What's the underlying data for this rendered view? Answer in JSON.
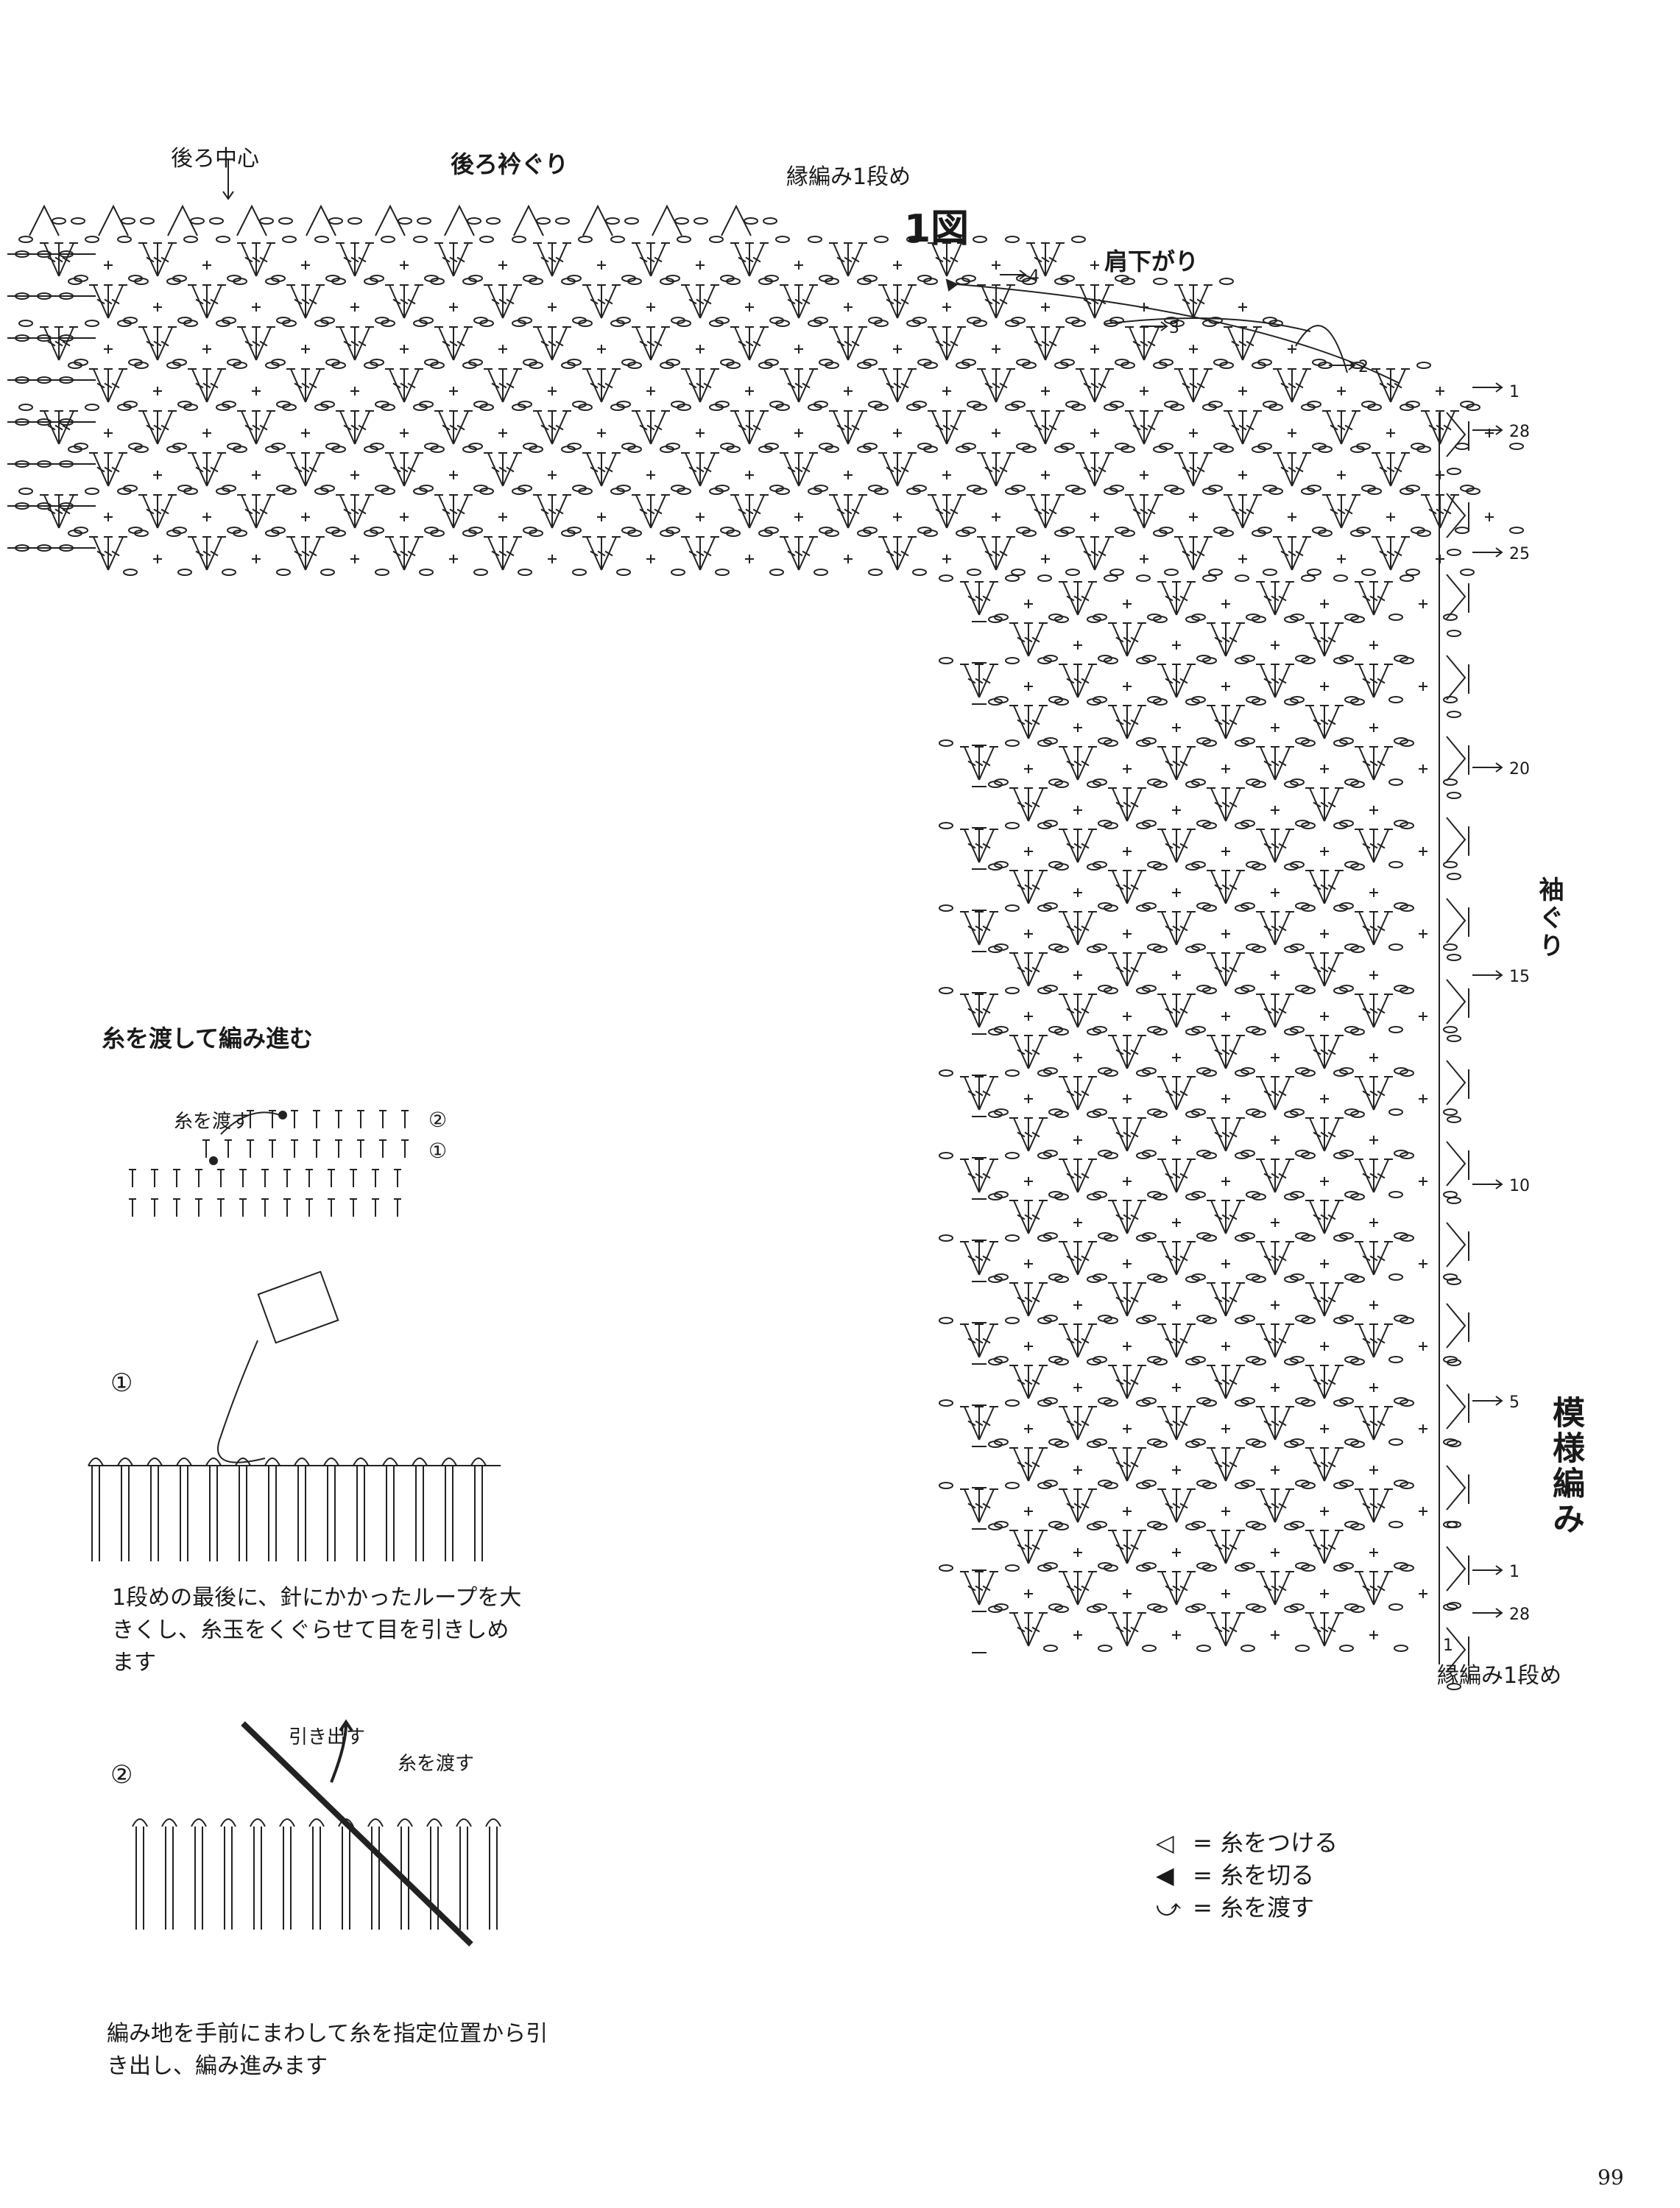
{
  "main_chart": {
    "back_center_label": "後ろ中心",
    "back_neckline_label": "後ろ衿ぐり",
    "edging_row1_top_label": "縁編み1段め",
    "figure_title": "1図",
    "shoulder_slope_label": "肩下がり",
    "armhole_label": "袖ぐり",
    "pattern_stitch_label": "模様編み",
    "edging_row1_bottom_label": "縁編み1段め",
    "shoulder_step_numbers": [
      "4",
      "3",
      "2"
    ],
    "edging_row_numbers": [
      "1",
      "1"
    ],
    "body_row_numbers": [
      "28",
      "25",
      "20",
      "15",
      "10",
      "5",
      "28"
    ],
    "bottom_start_number": "1"
  },
  "technique": {
    "title": "糸を渡して編み進む",
    "mini_chart_label": "糸を渡す",
    "mini_chart_row_markers": [
      "②",
      "①"
    ],
    "step1": {
      "number": "①",
      "caption": "1段めの最後に、針にかかったループを大きくし、糸玉をくぐらせて目を引きしめます"
    },
    "step2": {
      "number": "②",
      "pull_out_label": "引き出す",
      "carry_yarn_label": "糸を渡す",
      "caption": "編み地を手前にまわして糸を指定位置から引き出し、編み進みます"
    }
  },
  "legend": {
    "items": [
      {
        "symbol": "◁",
        "eq": "=",
        "text": "糸をつける"
      },
      {
        "symbol": "◀",
        "eq": "=",
        "text": "糸を切る"
      },
      {
        "symbol": "⤻",
        "eq": "=",
        "text": "糸を渡す"
      }
    ]
  },
  "page_number": "99"
}
